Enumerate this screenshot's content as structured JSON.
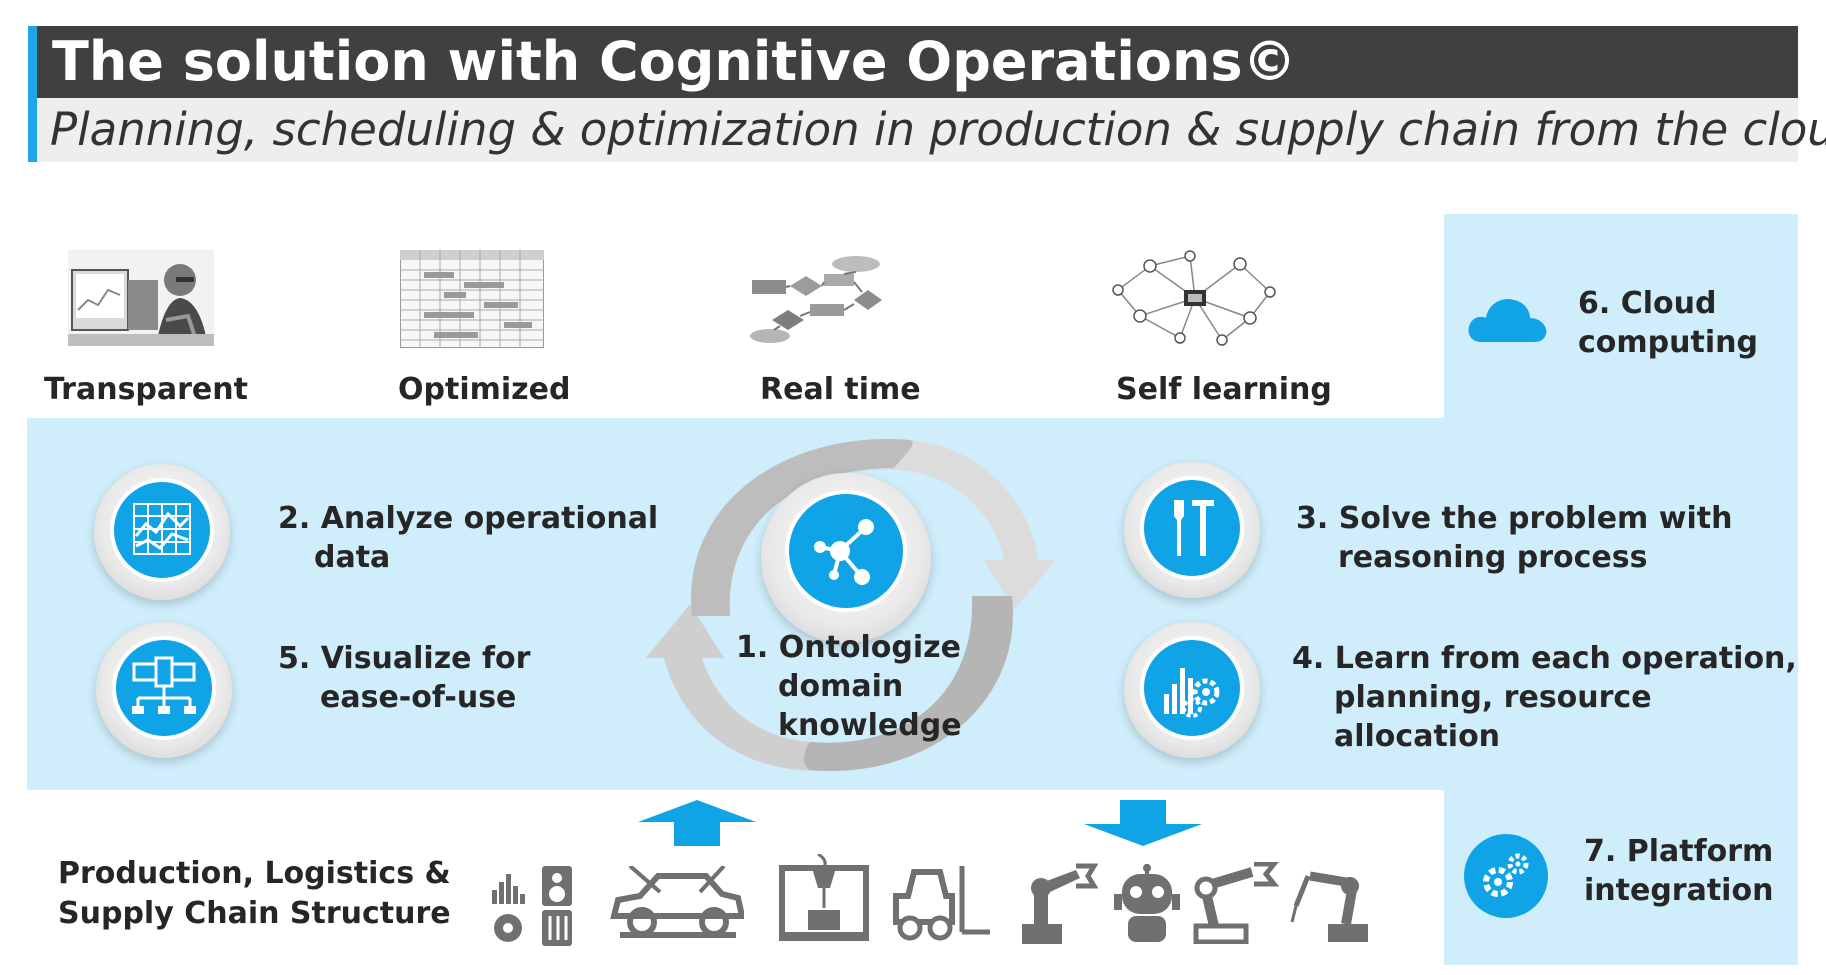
{
  "header": {
    "title": "The solution with Cognitive Operations©",
    "subtitle": "Planning, scheduling & optimization in production & supply chain from the cloud"
  },
  "features": [
    {
      "label": "Transparent",
      "icon": "person-at-computer-photo"
    },
    {
      "label": "Optimized",
      "icon": "schedule-table-photo"
    },
    {
      "label": "Real time",
      "icon": "flowchart-diagram"
    },
    {
      "label": "Self learning",
      "icon": "network-graph"
    }
  ],
  "steps": {
    "s1": {
      "line1": "1. Ontologize",
      "line2": "domain",
      "line3": "knowledge",
      "icon": "molecule-network-icon"
    },
    "s2": {
      "line1": "2. Analyze operational",
      "line2": "data",
      "icon": "data-chart-icon"
    },
    "s3": {
      "line1": "3.  Solve the problem with",
      "line2": "reasoning process",
      "icon": "tools-icon"
    },
    "s4": {
      "line1": "4.  Learn from each operation,",
      "line2": "planning, resource allocation",
      "icon": "chart-gears-icon"
    },
    "s5": {
      "line1": "5.  Visualize for",
      "line2": "ease-of-use",
      "icon": "network-monitor-icon"
    },
    "s6": {
      "line1": "6. Cloud",
      "line2": "computing",
      "icon": "cloud-icon"
    },
    "s7": {
      "line1": "7. Platform",
      "line2": "integration",
      "icon": "gears-icon"
    }
  },
  "bottom": {
    "line1": "Production, Logistics &",
    "line2": "Supply Chain Structure",
    "machines": [
      "equalizer-speaker-icon",
      "car-body-icon",
      "3d-printer-icon",
      "forklift-icon",
      "robot-arm-icon",
      "robot-icon",
      "industrial-arm-icon",
      "welding-robot-icon"
    ]
  },
  "colors": {
    "accent": "#1ea6e8",
    "icon_blue": "#10a3e6",
    "band": "#cfedfa",
    "title_bar": "#404040",
    "arrow_gray": "#c8c8c8"
  }
}
